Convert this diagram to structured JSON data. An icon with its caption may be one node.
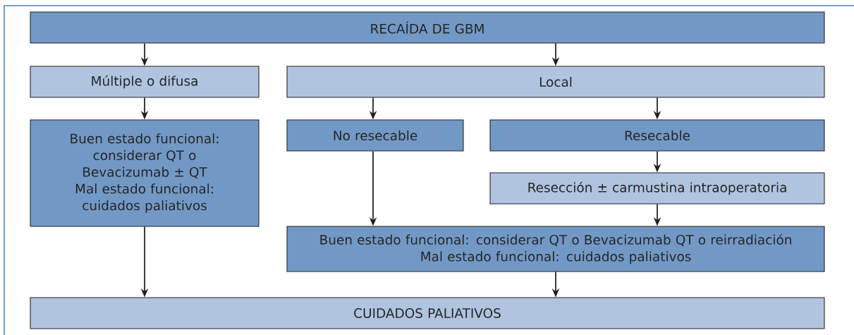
{
  "diagram": {
    "nodes": [
      {
        "text": [
          "RECAÍDA DE GBM"
        ]
      },
      {
        "text": [
          "Múltiple o difusa"
        ]
      },
      {
        "text": [
          "Local"
        ]
      },
      {
        "text": [
          "Buen estado funcional: considerar QT o Bevacizumab ± QT",
          "Mal estado funcional: cuidados paliativos"
        ]
      },
      {
        "text": [
          "No resecable"
        ]
      },
      {
        "text": [
          "Resecable"
        ]
      },
      {
        "text": [
          "Resección ± carmustina intraoperatoria"
        ]
      },
      {
        "text": [
          "Buen estado funcional: considerar QT o Bevacizumab QT o reirradiación",
          "Mal estado funcional: cuidados paliativos"
        ]
      },
      {
        "text": [
          "CUIDADOS PALIATIVOS"
        ]
      }
    ],
    "edges": [
      {
        "from": 0,
        "to": 1,
        "arrow": "to"
      },
      {
        "from": 0,
        "to": 2,
        "arrow": "to"
      },
      {
        "from": 1,
        "to": 3,
        "arrow": "to"
      },
      {
        "from": 2,
        "to": 4,
        "arrow": "to"
      },
      {
        "from": 2,
        "to": 5,
        "arrow": "to"
      },
      {
        "from": 5,
        "to": 6,
        "arrow": "to"
      },
      {
        "from": 4,
        "to": 7,
        "arrow": "to"
      },
      {
        "from": 6,
        "to": 7,
        "arrow": "to"
      },
      {
        "from": 3,
        "to": 8,
        "arrow": "to"
      },
      {
        "from": 7,
        "to": 8,
        "arrow": "to"
      }
    ]
  }
}
